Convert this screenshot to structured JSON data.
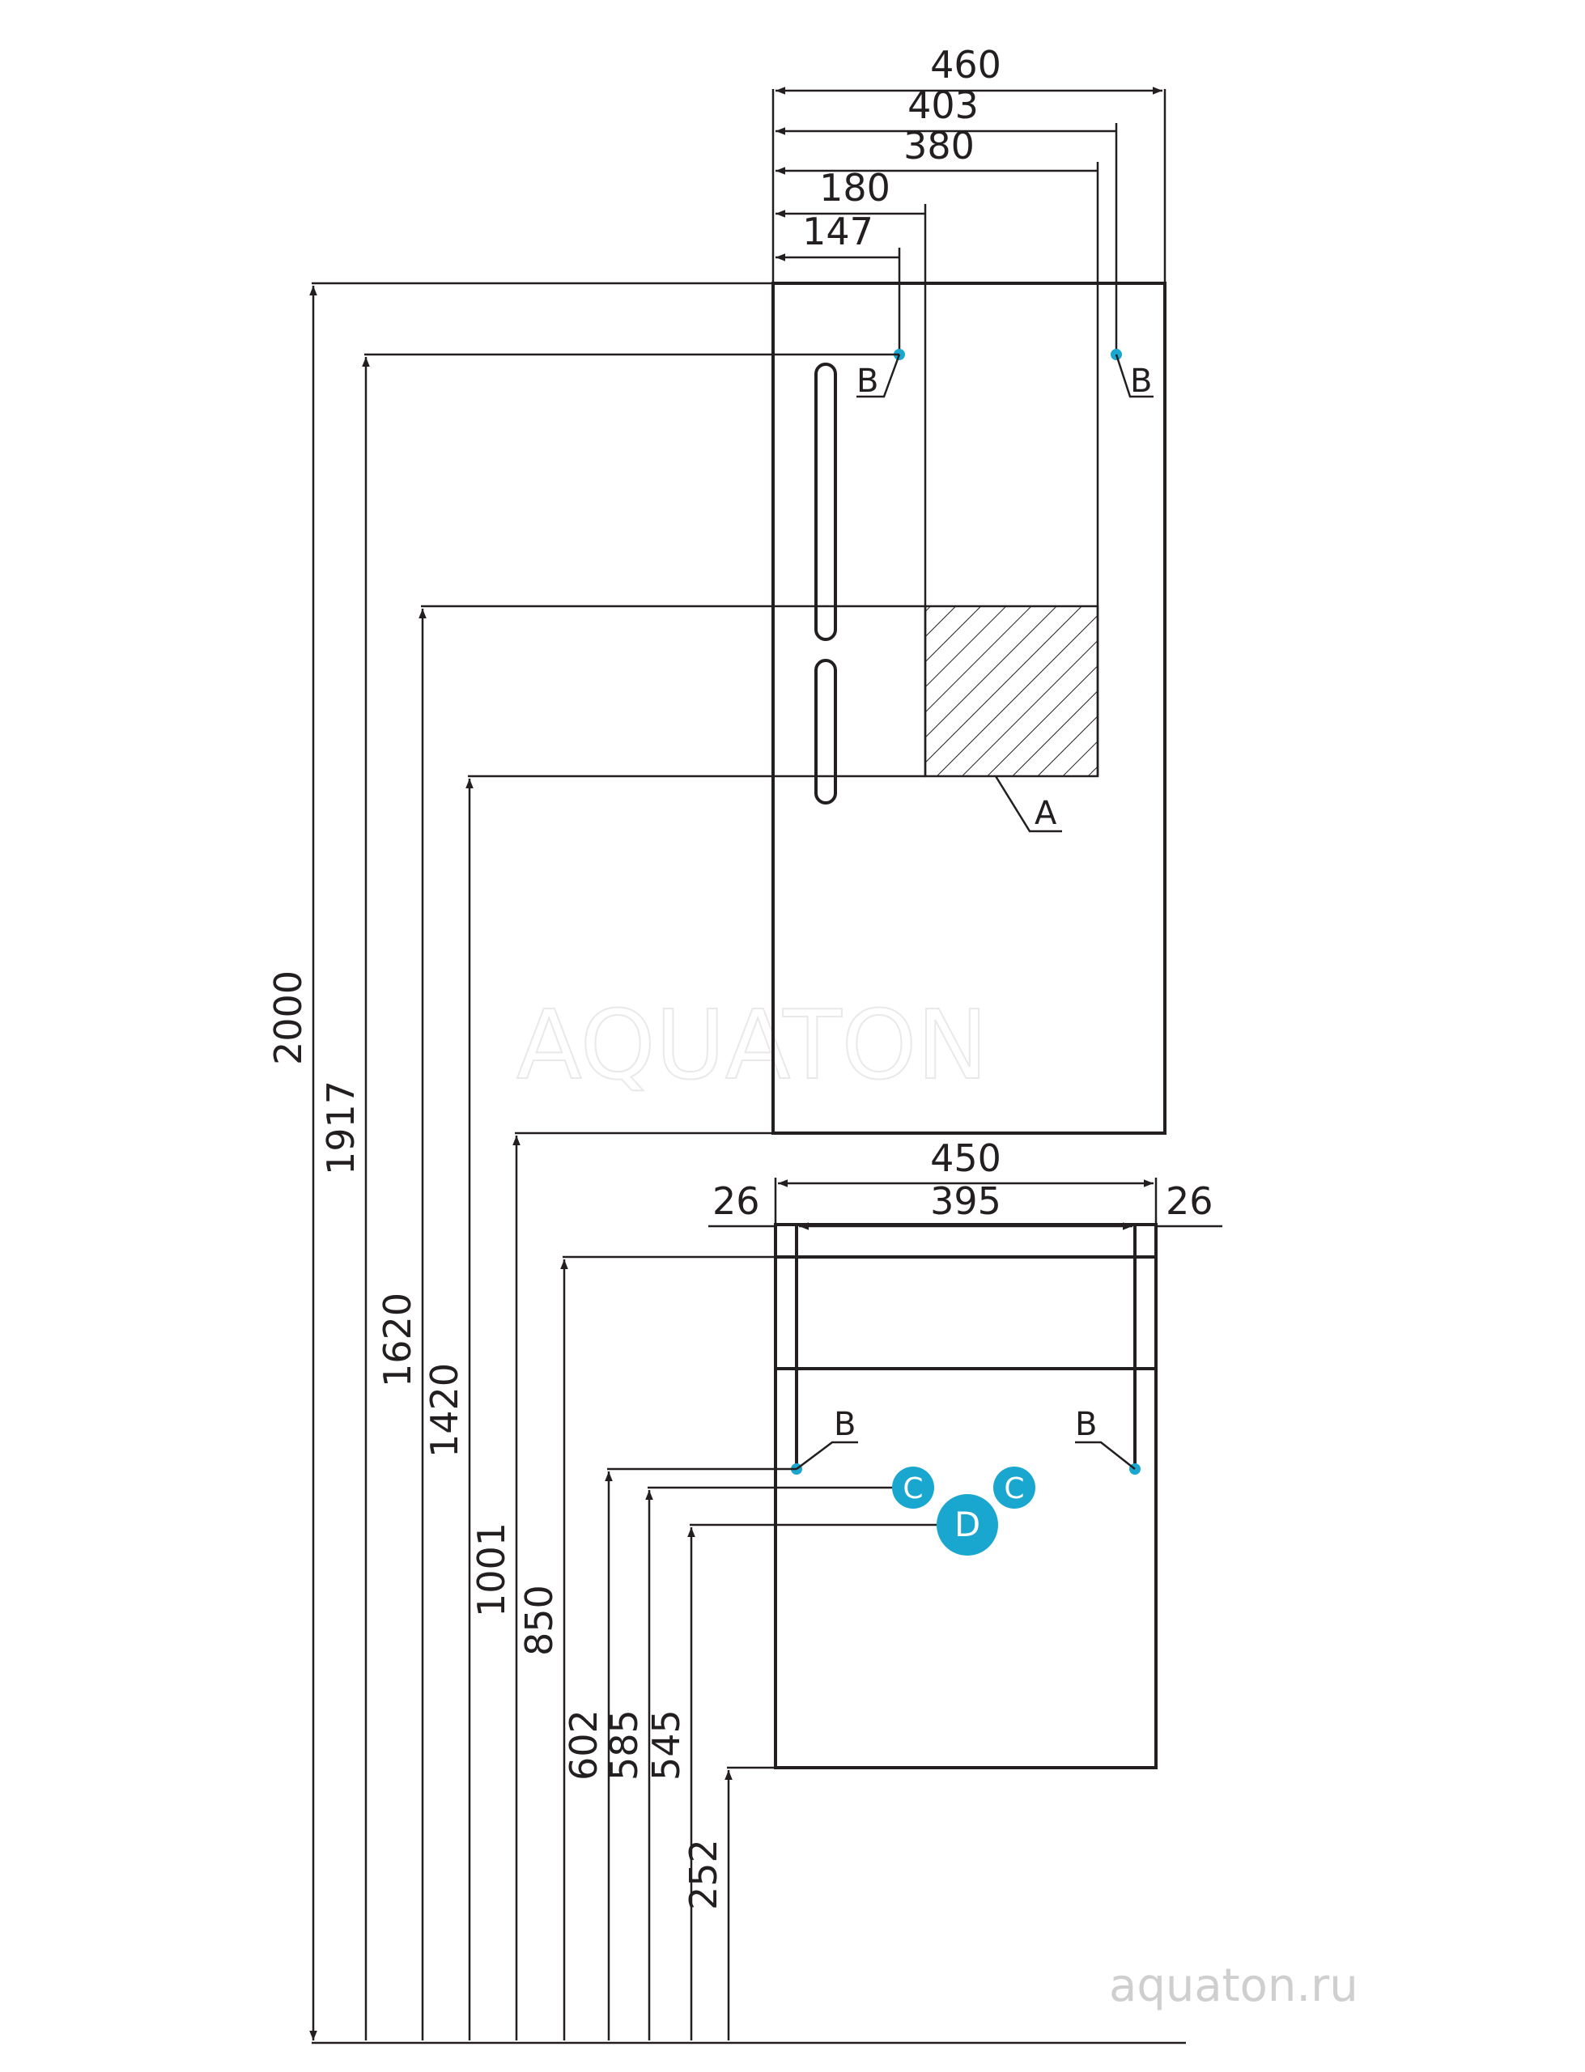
{
  "top_widths": [
    "460",
    "403",
    "380",
    "180",
    "147"
  ],
  "cabinet_widths": {
    "overall": "450",
    "inner": "395",
    "side_left": "26",
    "side_right": "26"
  },
  "heights": [
    "2000",
    "1917",
    "1620",
    "1420",
    "1001",
    "850",
    "602",
    "585",
    "545",
    "252"
  ],
  "callouts": {
    "b": "B",
    "a": "A",
    "c": "C",
    "d": "D"
  },
  "watermark": "AQUATON",
  "website": "aquaton.ru",
  "colors": {
    "line": "#231f20",
    "accent": "#1aa7cf"
  }
}
